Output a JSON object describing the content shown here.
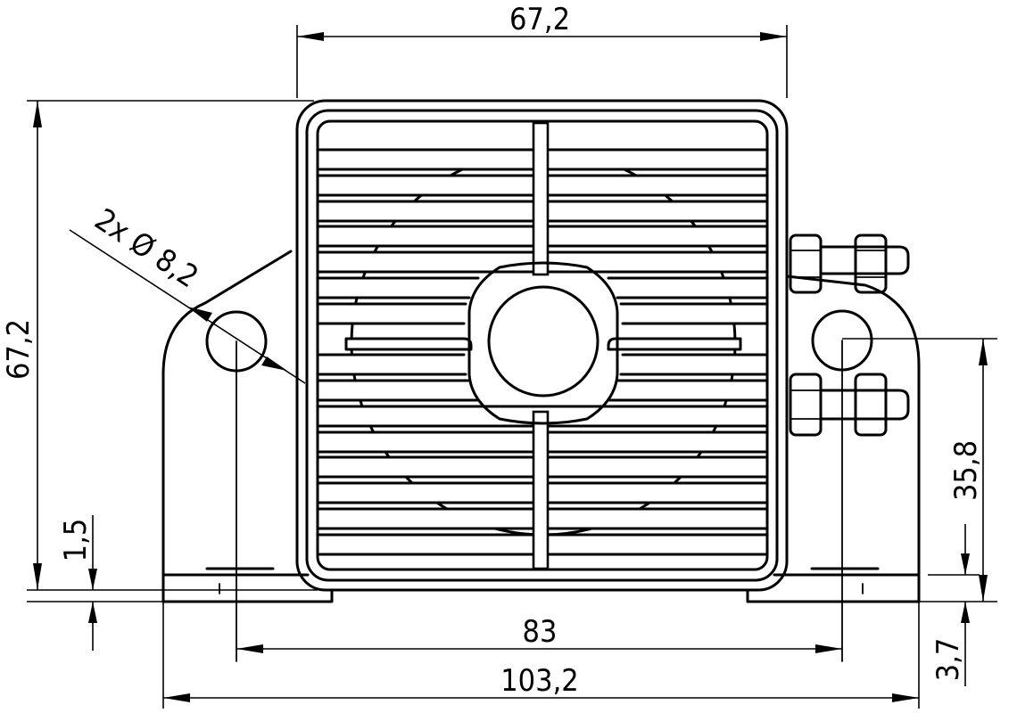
{
  "dimensions": {
    "top_width": "67,2",
    "left_height": "67,2",
    "hole_note": "2x  Ø 8,2",
    "right_height": "35,8",
    "base_thickness": "1,5",
    "hole_spacing": "83",
    "overall_width": "103,2",
    "bottom_offset": "3,7"
  }
}
